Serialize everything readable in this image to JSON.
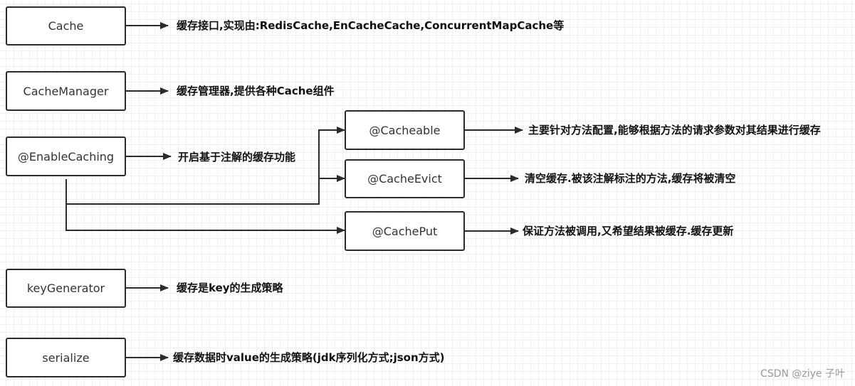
{
  "nodes": {
    "cache": "Cache",
    "cache_manager": "CacheManager",
    "enable_caching": "@EnableCaching",
    "cacheable": "@Cacheable",
    "cache_evict": "@CacheEvict",
    "cache_put": "@CachePut",
    "key_generator": "keyGenerator",
    "serialize": "serialize"
  },
  "descriptions": {
    "cache": "缓存接口,实现由:RedisCache,EnCacheCache,ConcurrentMapCache等",
    "cache_manager": "缓存管理器,提供各种Cache组件",
    "enable_caching": "开启基于注解的缓存功能",
    "cacheable": "主要针对方法配置,能够根据方法的请求参数对其结果进行缓存",
    "cache_evict": "清空缓存.被该注解标注的方法,缓存将被清空",
    "cache_put": "保证方法被调用,又希望结果被缓存.缓存更新",
    "key_generator": "缓存是key的生成策略",
    "serialize": "缓存数据时value的生成策略(jdk序列化方式;json方式)"
  },
  "watermark": "CSDN @ziye 子叶",
  "colors": {
    "line": "#2b2b2b",
    "node_border": "#2b2b2b",
    "grid": "#e4e4e4"
  }
}
